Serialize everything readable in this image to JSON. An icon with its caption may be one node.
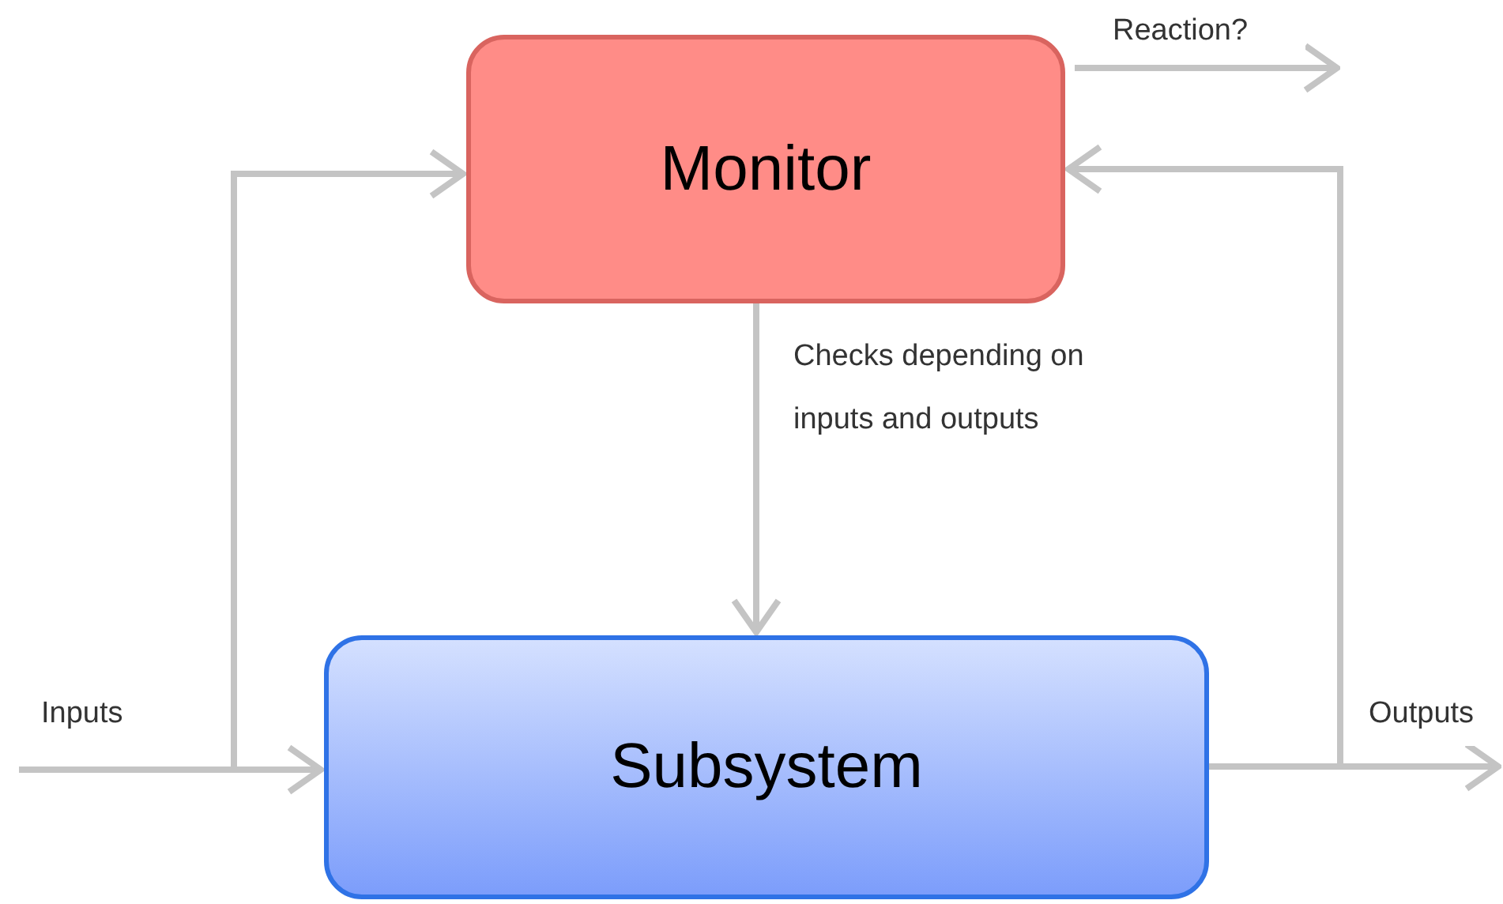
{
  "diagram": {
    "nodes": [
      {
        "text": [
          "Monitor"
        ]
      },
      {
        "text": [
          "Subsystem"
        ]
      }
    ],
    "edges": [
      {
        "from": null,
        "to": 1,
        "arrow": "to",
        "label": "Inputs"
      },
      {
        "from": null,
        "to": 0,
        "arrow": "to"
      },
      {
        "from": 0,
        "to": 1,
        "arrow": "to",
        "label": "Checks depending on inputs and outputs"
      },
      {
        "from": 1,
        "to": null,
        "arrow": "to",
        "label": "Outputs"
      },
      {
        "from": 1,
        "to": 0,
        "arrow": "to"
      },
      {
        "from": 0,
        "to": null,
        "arrow": "to",
        "label": "Reaction?"
      }
    ]
  }
}
